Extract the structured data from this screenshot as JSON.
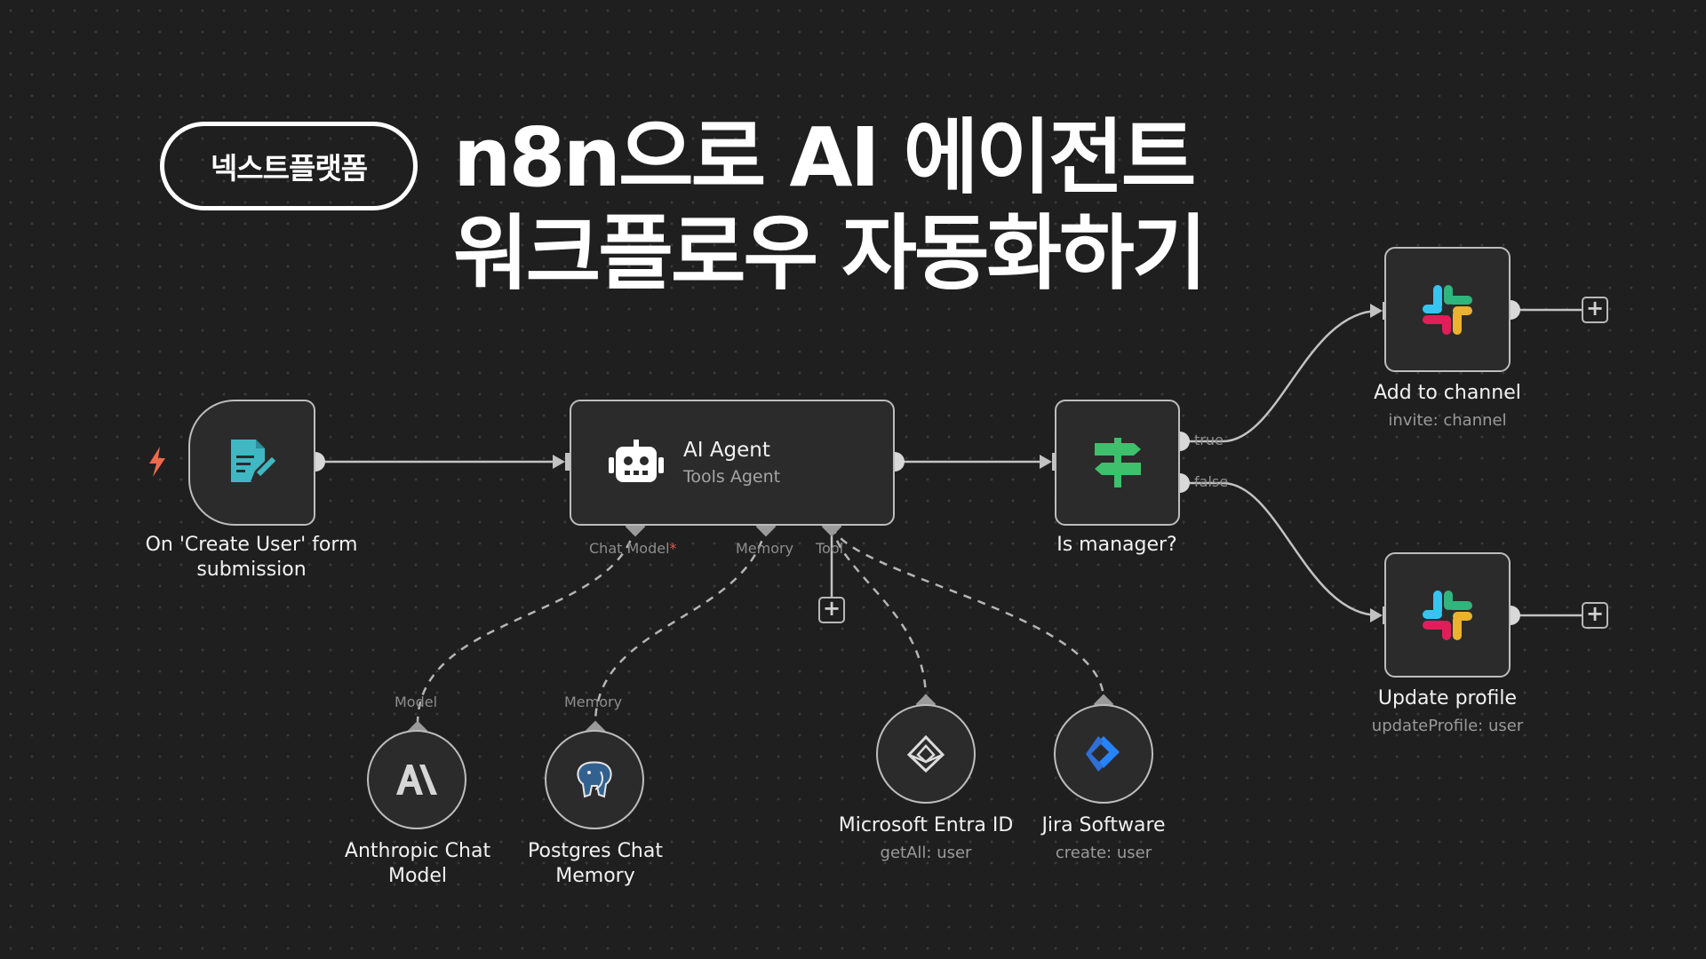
{
  "header": {
    "badge": "넥스트플랫폼",
    "title_line1": "n8n으로 AI 에이전트",
    "title_line2": "워크플로우 자동화하기"
  },
  "nodes": {
    "form_trigger": {
      "label_line1": "On 'Create User' form",
      "label_line2": "submission",
      "icon": "form-edit-icon"
    },
    "ai_agent": {
      "title": "AI Agent",
      "subtitle": "Tools Agent",
      "icon": "robot-icon"
    },
    "is_manager": {
      "label": "Is manager?",
      "icon": "signpost-icon"
    },
    "add_to_channel": {
      "label": "Add to channel",
      "sublabel": "invite: channel",
      "icon": "slack-icon"
    },
    "update_profile": {
      "label": "Update profile",
      "sublabel": "updateProfile: user",
      "icon": "slack-icon"
    },
    "anthropic": {
      "label_line1": "Anthropic Chat",
      "label_line2": "Model",
      "port": "Model",
      "icon": "anthropic-icon"
    },
    "postgres": {
      "label_line1": "Postgres Chat",
      "label_line2": "Memory",
      "port": "Memory",
      "icon": "postgres-elephant-icon"
    },
    "entra": {
      "label": "Microsoft Entra ID",
      "sublabel": "getAll: user",
      "icon": "entra-id-icon"
    },
    "jira": {
      "label": "Jira Software",
      "sublabel": "create: user",
      "icon": "jira-icon"
    }
  },
  "ports": {
    "chat_model": "Chat Model",
    "required_mark": "*",
    "memory": "Memory",
    "tool": "Tool",
    "true": "true",
    "false": "false"
  },
  "buttons": {
    "add": "+"
  },
  "colors": {
    "background": "#1f1f1f",
    "node_border": "#bdbdbd",
    "trigger_bolt": "#ef6a4b",
    "form_icon": "#3fb8c4",
    "if_icon": "#3ec06d",
    "required": "#e0564a",
    "jira_blue": "#2684ff"
  }
}
